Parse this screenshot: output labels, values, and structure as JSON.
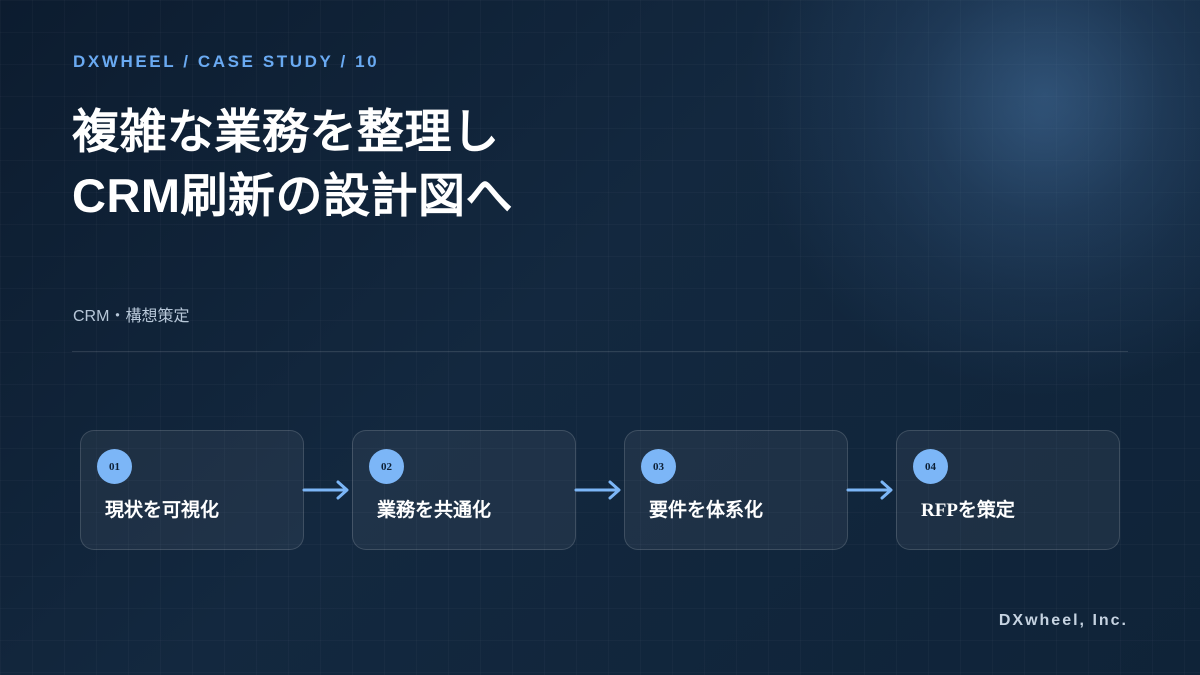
{
  "eyebrow": "DXWHEEL / CASE STUDY / 10",
  "title": {
    "line1": "複雑な業務を整理し",
    "line2": "CRM刷新の設計図へ"
  },
  "category": "CRM・構想策定",
  "steps": [
    {
      "number": "01",
      "label": "現状を可視化"
    },
    {
      "number": "02",
      "label": "業務を共通化"
    },
    {
      "number": "03",
      "label": "要件を体系化"
    },
    {
      "number": "04",
      "label": "RFPを策定"
    }
  ],
  "company": "DXwheel, Inc.",
  "colors": {
    "accent": "#7cb6f7",
    "eyebrow": "#6aaaf2",
    "background": "#0f2238"
  }
}
